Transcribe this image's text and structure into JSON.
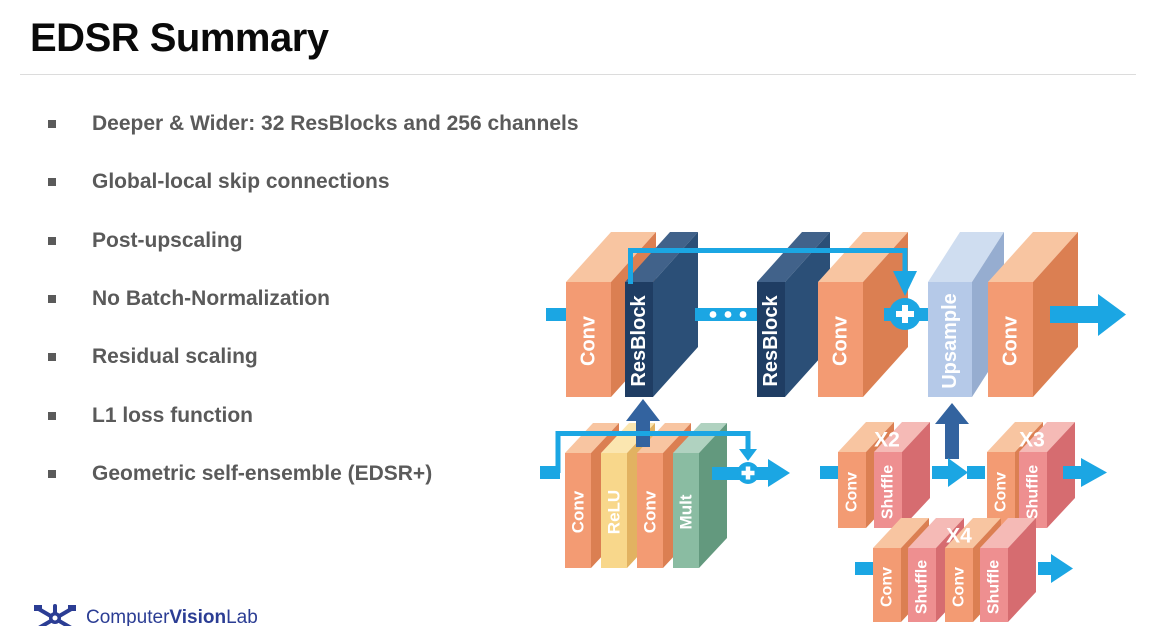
{
  "slide": {
    "title": "EDSR Summary",
    "bullets": [
      "Deeper & Wider: 32 ResBlocks and 256 channels",
      "Global-local skip connections",
      "Post-upscaling",
      "No Batch-Normalization",
      "Residual scaling",
      "L1 loss function",
      "Geometric self-ensemble (EDSR+)"
    ]
  },
  "diagram": {
    "labels": {
      "conv": "Conv",
      "resblock": "ResBlock",
      "upsample": "Upsample",
      "relu": "ReLU",
      "mult": "Mult",
      "shuffle": "Shuffle",
      "x2": "X2",
      "x3": "X3",
      "x4": "X4",
      "plus": "+"
    }
  },
  "footer": {
    "logo_computer": "Computer",
    "logo_vision": "Vision",
    "logo_lab": "Lab"
  },
  "colors": {
    "arrow_blue": "#1BA6E3",
    "dark_arrow_blue": "#33639F",
    "orange": {
      "front": "#F39B73",
      "top": "#F8C5A1",
      "side": "#DB7F52"
    },
    "navy": {
      "front": "#1F3D63",
      "top": "#41628A",
      "side": "#2B4F77"
    },
    "lightblue": {
      "front": "#B5C9E8",
      "top": "#CFDDF0",
      "side": "#96ADD0"
    },
    "yellow": {
      "front": "#F8D78B",
      "top": "#FBE6B0",
      "side": "#E2B261"
    },
    "green": {
      "front": "#8ABCA2",
      "top": "#B0D2C0",
      "side": "#63997E"
    },
    "pink": {
      "front": "#EE8F90",
      "top": "#F5BAB6",
      "side": "#D66C70"
    },
    "title_text": "#0A0A0A",
    "bullet_text": "#5A5A5A",
    "divider": "#DCDCDC",
    "logo_blue": "#2B3D94",
    "block_label_text": "#FFFFFF"
  }
}
